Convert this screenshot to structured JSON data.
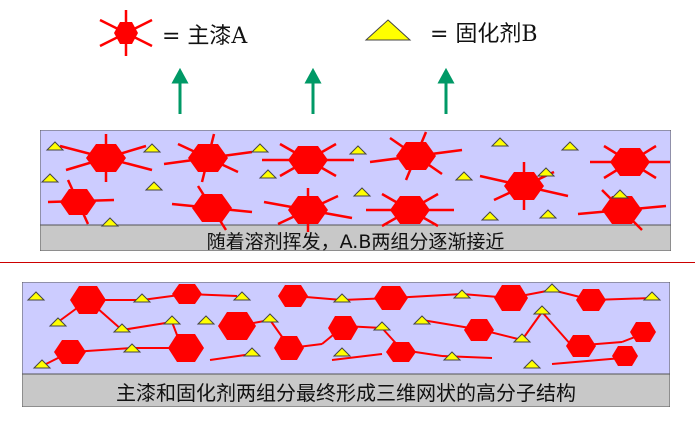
{
  "legend": {
    "hex_label": "= 主漆A",
    "tri_label": "= 固化剂B"
  },
  "top_caption": "随着溶剂挥发，A.B两组分逐渐接近",
  "bottom_caption": "主漆和固化剂两组分最终形成三维网状的高分子结构",
  "colors": {
    "hexagon": "#ff0000",
    "triangle": "#ffff00",
    "panel": "#ccccff",
    "band": "#c8c8c8",
    "arrow": "#009966",
    "divider": "#cc0000"
  }
}
